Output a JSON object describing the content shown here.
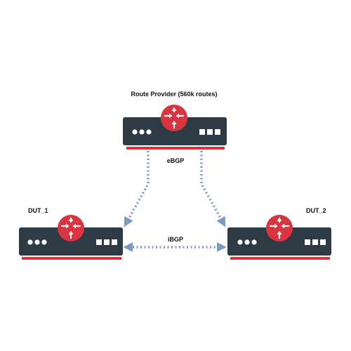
{
  "nodes": {
    "provider": {
      "label": "Route Provider (560k routes)",
      "icon": "router-icon"
    },
    "dut1": {
      "label": "DUT_1",
      "icon": "router-icon"
    },
    "dut2": {
      "label": "DUT_2",
      "icon": "router-icon"
    }
  },
  "links": {
    "ebgp": {
      "label": "eBGP"
    },
    "ibgp": {
      "label": "iBGP"
    }
  },
  "colors": {
    "device": "#2e3a44",
    "accent": "#d9343f",
    "link": "#7d9ac4",
    "ports": "#ffffff"
  }
}
